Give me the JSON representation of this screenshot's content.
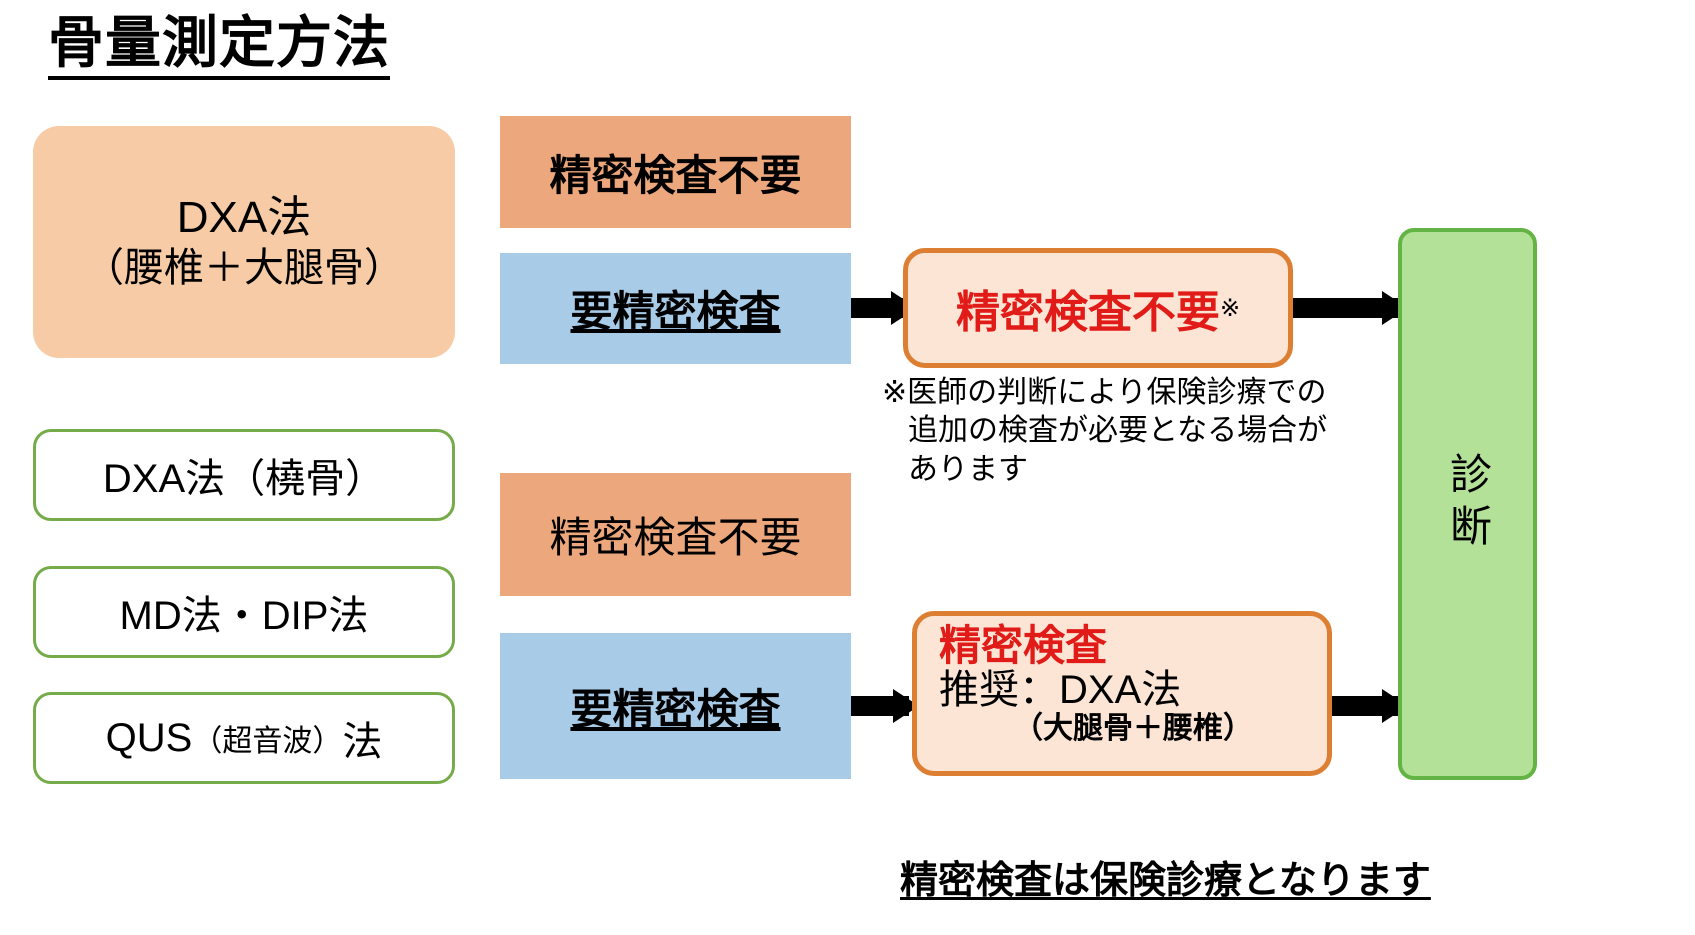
{
  "title": "骨量測定方法",
  "methods": {
    "primary": {
      "name": "DXA法",
      "sites": "（腰椎＋大腿骨）"
    },
    "others": [
      {
        "label": "DXA法（橈骨）",
        "main": "DXA法",
        "paren": "（橈骨）"
      },
      {
        "label": "MD法・DIP法",
        "main": "MD法・DIP法",
        "paren": ""
      },
      {
        "label": "QUS（超音波）法",
        "main_pre": "QUS",
        "paren": "（超音波）",
        "main_post": "法"
      }
    ]
  },
  "results": {
    "no_detail_exam": "精密検査不要",
    "need_detail_exam": "要精密検査"
  },
  "callouts": {
    "top": {
      "text": "精密検査不要",
      "reference_mark": "※"
    },
    "bottom": {
      "headline": "精密検査",
      "recommendation": "推奨：DXA法",
      "sites": "（大腿骨＋腰椎）"
    }
  },
  "footnote": {
    "line1": "※医師の判断により保険診療での",
    "line2": "追加の検査が必要となる場合が",
    "line3": "あります"
  },
  "bottom_caption": "精密検査は保険診療となります",
  "diagnosis": {
    "label": "診断"
  },
  "colors": {
    "peach_fill": "#f7cba6",
    "band_orange": "#eda77c",
    "band_blue": "#a8cbe8",
    "green_border": "#76ab4a",
    "green_fill": "#b3e198",
    "green_box_border": "#64b445",
    "callout_fill": "#fce5d5",
    "callout_border": "#dd7f32",
    "red_text": "#e11b17",
    "arrow_black": "#000000"
  }
}
